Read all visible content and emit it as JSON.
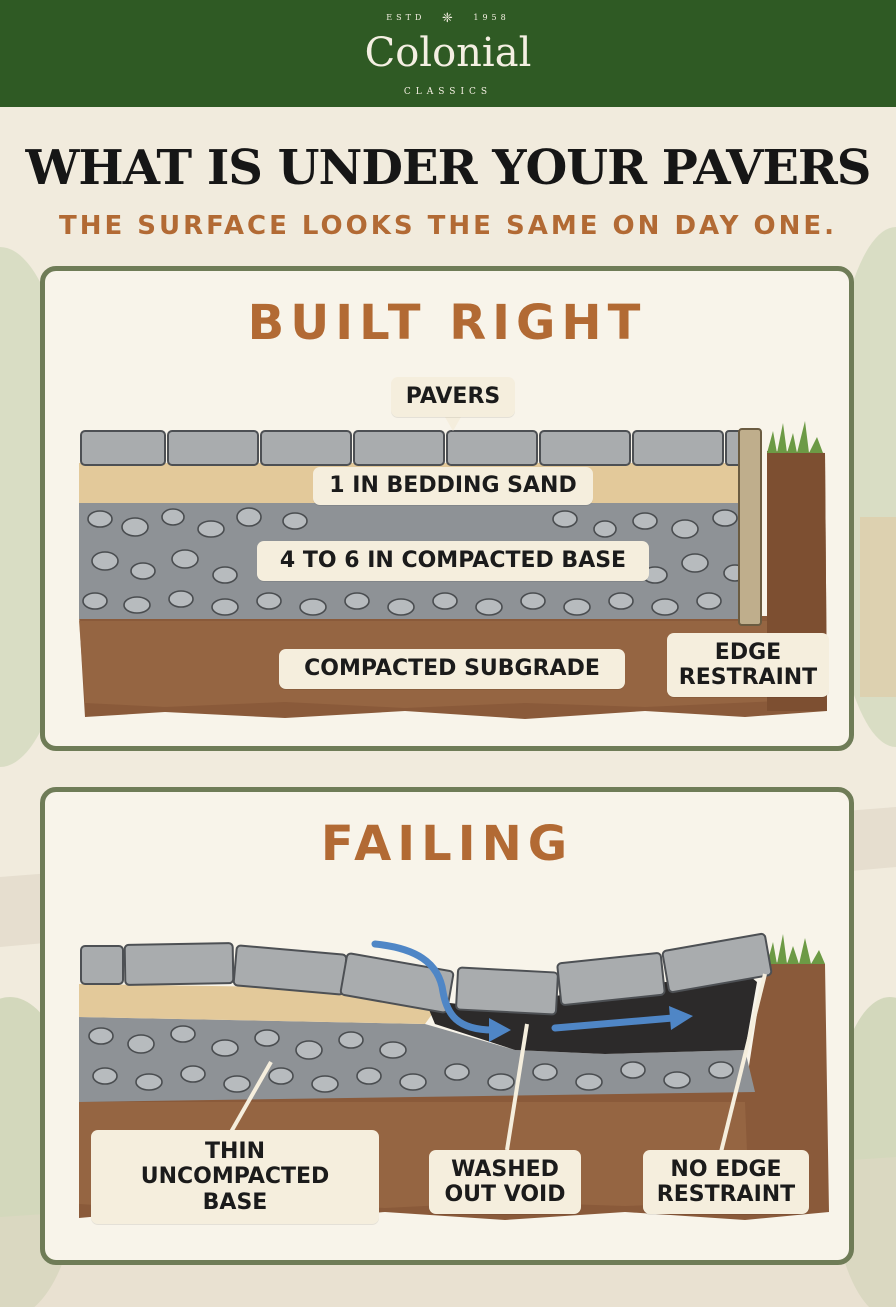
{
  "header": {
    "estd_left": "ESTD",
    "estd_right": "1958",
    "brand": "Colonial",
    "brand_sub": "CLASSICS"
  },
  "title": "WHAT IS UNDER YOUR PAVERS",
  "subtitle": "THE SURFACE LOOKS THE SAME ON DAY ONE.",
  "built_right": {
    "heading": "BUILT RIGHT",
    "labels": {
      "pavers": "PAVERS",
      "bedding_sand": "1 IN BEDDING SAND",
      "compacted_base": "4 TO 6 IN COMPACTED BASE",
      "subgrade": "COMPACTED SUBGRADE",
      "edge_restraint": "EDGE RESTRAINT"
    }
  },
  "failing": {
    "heading": "FAILING",
    "labels": {
      "thin_base": "THIN UNCOMPACTED BASE",
      "washed_void": "WASHED OUT VOID",
      "no_edge": "NO EDGE RESTRAINT"
    }
  },
  "colors": {
    "header_green": "#2f5a24",
    "accent_rust": "#b26a34",
    "panel_border": "#6f7c57",
    "water_blue": "#4f86c6"
  }
}
